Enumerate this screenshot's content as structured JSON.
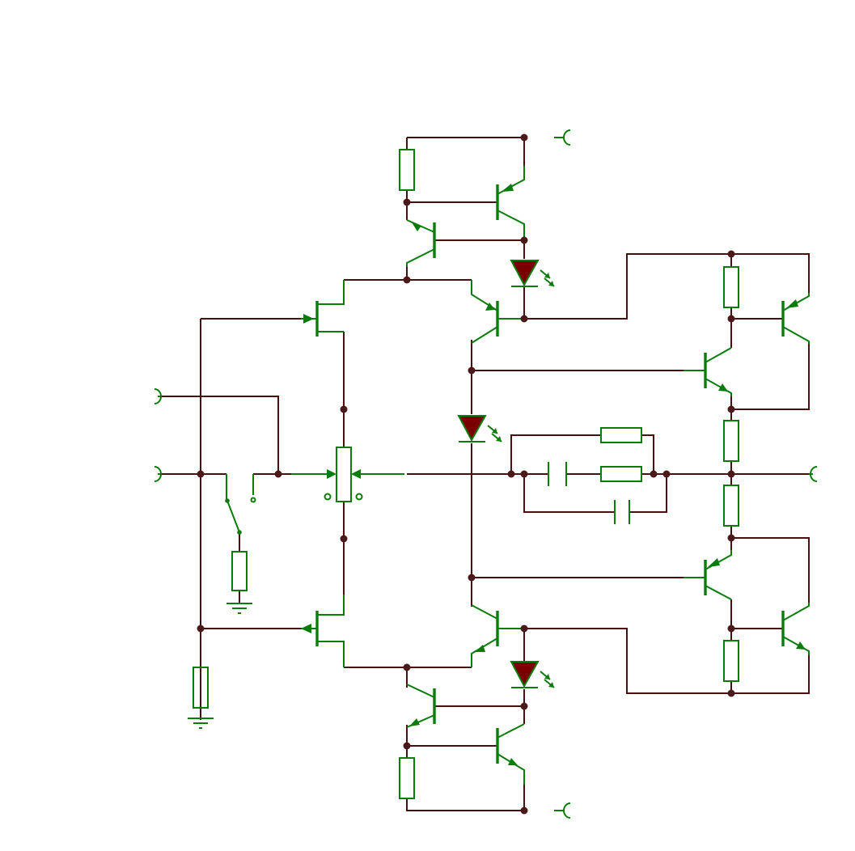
{
  "colors": {
    "wire": "#4a1010",
    "component": "#0a7c0a",
    "junction": "#4a1a1a",
    "led_fill": "#7a0000",
    "background": "#ffffff"
  },
  "diagram": {
    "type": "circuit-schematic",
    "components": [
      "resistor",
      "resistor",
      "resistor",
      "resistor",
      "resistor",
      "resistor",
      "resistor",
      "resistor",
      "resistor",
      "resistor",
      "capacitor",
      "capacitor",
      "led",
      "led",
      "led",
      "potentiometer",
      "switch",
      "ground",
      "ground",
      "npn-transistor",
      "pnp-transistor",
      "jfet"
    ]
  }
}
